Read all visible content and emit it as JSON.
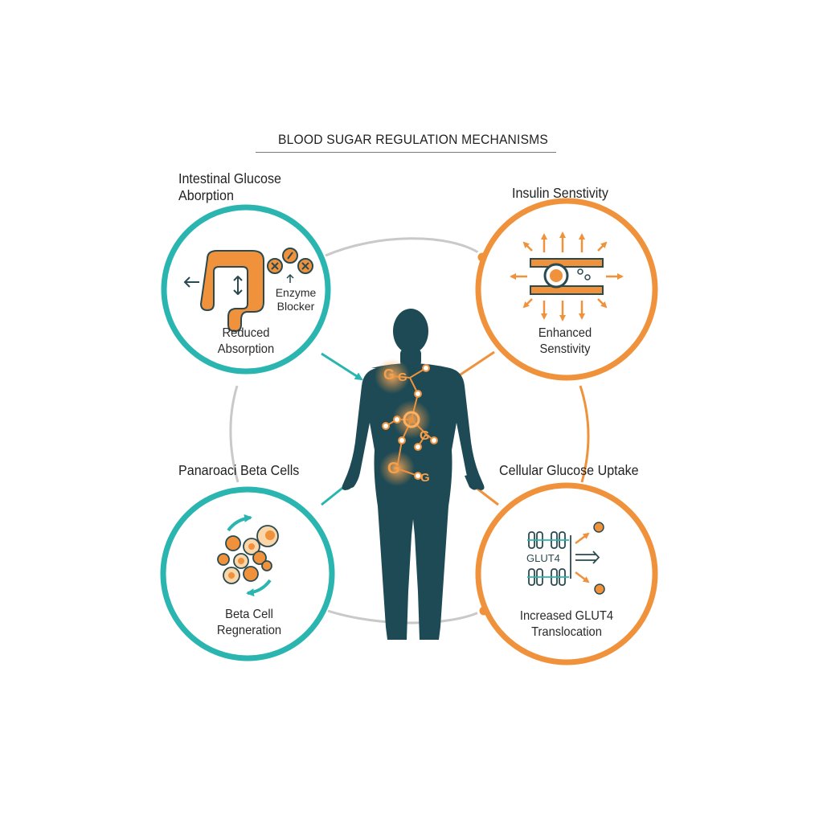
{
  "title": "BLOOD SUGAR REGULATION MECHANISMS",
  "colors": {
    "teal": "#2bb5b0",
    "orange": "#f0923c",
    "body": "#1e4a55",
    "ring_gray": "#c9c9c9"
  },
  "mechanisms": {
    "intestinal": {
      "header_line1": "Intestinal Glucose",
      "header_line2": "Aborption",
      "sub_label_1": "Enzyme",
      "sub_label_2": "Blocker",
      "caption_line1": "Reduced",
      "caption_line2": "Absorption",
      "icon": "intestine-icon"
    },
    "insulin": {
      "header": "Insulin Senstivity",
      "caption_line1": "Enhanced",
      "caption_line2": "Senstivity",
      "icon": "cell-membrane-icon"
    },
    "beta": {
      "header": "Panaroaci Beta Cells",
      "caption_line1": "Beta Cell",
      "caption_line2": "Regneration",
      "icon": "cell-cluster-icon"
    },
    "uptake": {
      "header": "Cellular Glucose Uptake",
      "transporter_label": "GLUT4",
      "caption_line1": "Increased GLUT4",
      "caption_line2": "Translocation",
      "icon": "glut4-transporter-icon"
    }
  },
  "figure": {
    "glucose_symbol": "G",
    "icon": "human-body-icon"
  }
}
